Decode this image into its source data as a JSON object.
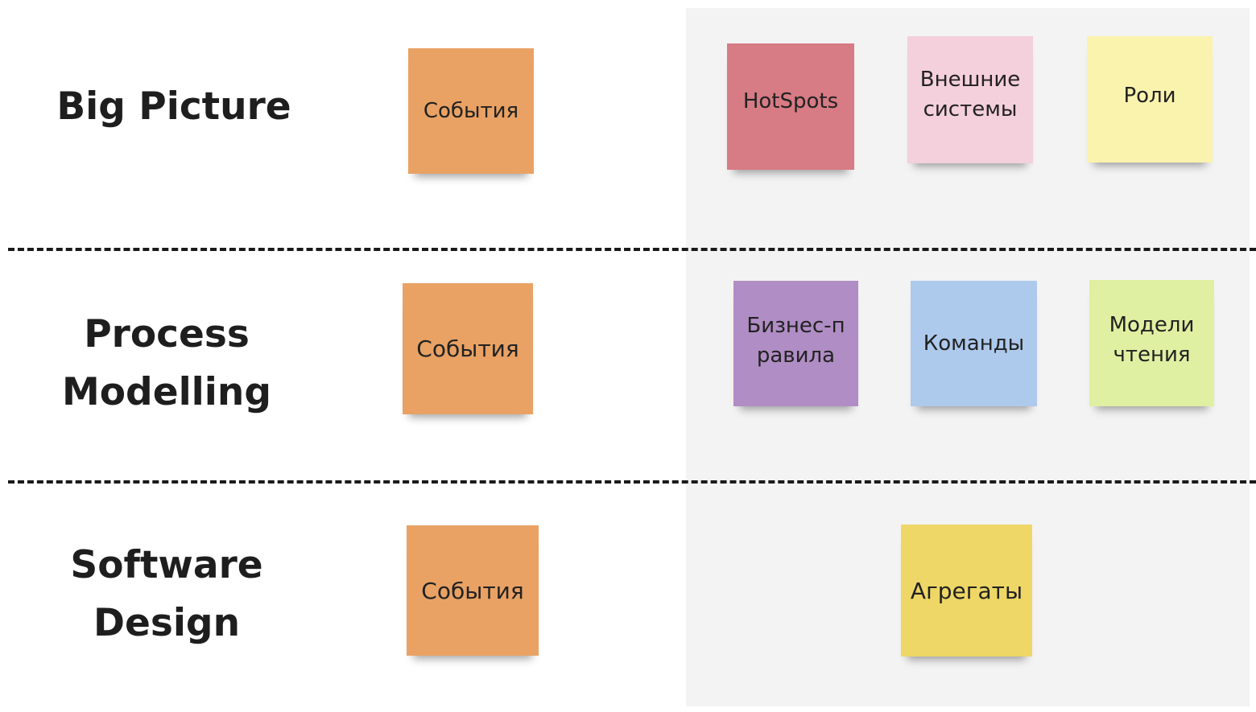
{
  "rows": [
    {
      "label": "Big Picture",
      "event": "События"
    },
    {
      "label_lines": [
        "Process",
        "Modelling"
      ],
      "event": "События"
    },
    {
      "label_lines": [
        "Software",
        "Design"
      ],
      "event": "События"
    }
  ],
  "notes": {
    "hotspots": {
      "text": "HotSpots",
      "color": "#d77b84"
    },
    "external_systems": {
      "text_lines": [
        "Внешние",
        "системы"
      ],
      "color": "#f4cfdc"
    },
    "roles": {
      "text": "Роли",
      "color": "#faf3ad"
    },
    "business_rules": {
      "text_lines": [
        "Бизнес-п",
        "равила"
      ],
      "color": "#b08dc4"
    },
    "commands": {
      "text": "Команды",
      "color": "#adc9ec"
    },
    "read_models": {
      "text_lines": [
        "Модели",
        "чтения"
      ],
      "color": "#dff0a2"
    },
    "aggregates": {
      "text": "Агрегаты",
      "color": "#eed766"
    },
    "event_color": "#e9a264"
  }
}
